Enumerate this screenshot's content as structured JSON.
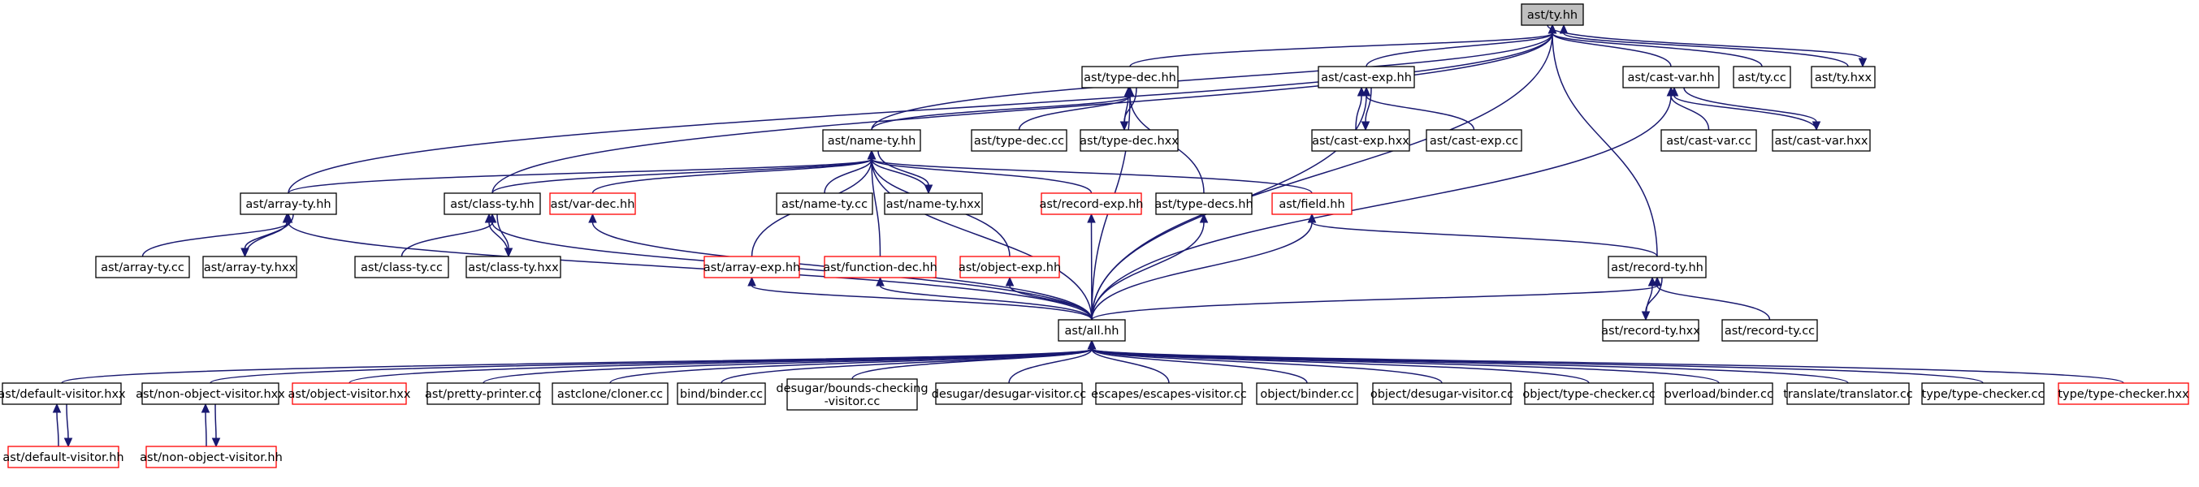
{
  "graph": {
    "root": "ast/ty.hh",
    "nodes": [
      {
        "id": "ty_hh",
        "label": "ast/ty.hh",
        "root": true
      },
      {
        "id": "type_dec_hh",
        "label": "ast/type-dec.hh"
      },
      {
        "id": "cast_exp_hh",
        "label": "ast/cast-exp.hh"
      },
      {
        "id": "cast_var_hh",
        "label": "ast/cast-var.hh"
      },
      {
        "id": "ty_cc",
        "label": "ast/ty.cc"
      },
      {
        "id": "ty_hxx",
        "label": "ast/ty.hxx"
      },
      {
        "id": "name_ty_hh",
        "label": "ast/name-ty.hh"
      },
      {
        "id": "type_dec_cc",
        "label": "ast/type-dec.cc"
      },
      {
        "id": "type_dec_hxx",
        "label": "ast/type-dec.hxx"
      },
      {
        "id": "cast_exp_hxx",
        "label": "ast/cast-exp.hxx"
      },
      {
        "id": "cast_exp_cc",
        "label": "ast/cast-exp.cc"
      },
      {
        "id": "cast_var_cc",
        "label": "ast/cast-var.cc"
      },
      {
        "id": "cast_var_hxx",
        "label": "ast/cast-var.hxx"
      },
      {
        "id": "array_ty_hh",
        "label": "ast/array-ty.hh"
      },
      {
        "id": "class_ty_hh",
        "label": "ast/class-ty.hh"
      },
      {
        "id": "var_dec_hh",
        "label": "ast/var-dec.hh",
        "incomplete": true
      },
      {
        "id": "name_ty_cc",
        "label": "ast/name-ty.cc"
      },
      {
        "id": "name_ty_hxx",
        "label": "ast/name-ty.hxx"
      },
      {
        "id": "record_exp_hh",
        "label": "ast/record-exp.hh",
        "incomplete": true
      },
      {
        "id": "type_decs_hh",
        "label": "ast/type-decs.hh"
      },
      {
        "id": "field_hh",
        "label": "ast/field.hh",
        "incomplete": true
      },
      {
        "id": "array_ty_cc",
        "label": "ast/array-ty.cc"
      },
      {
        "id": "array_ty_hxx",
        "label": "ast/array-ty.hxx"
      },
      {
        "id": "class_ty_cc",
        "label": "ast/class-ty.cc"
      },
      {
        "id": "class_ty_hxx",
        "label": "ast/class-ty.hxx"
      },
      {
        "id": "array_exp_hh",
        "label": "ast/array-exp.hh",
        "incomplete": true
      },
      {
        "id": "function_dec_hh",
        "label": "ast/function-dec.hh",
        "incomplete": true
      },
      {
        "id": "object_exp_hh",
        "label": "ast/object-exp.hh",
        "incomplete": true
      },
      {
        "id": "record_ty_hh",
        "label": "ast/record-ty.hh"
      },
      {
        "id": "all_hh",
        "label": "ast/all.hh"
      },
      {
        "id": "record_ty_hxx",
        "label": "ast/record-ty.hxx"
      },
      {
        "id": "record_ty_cc",
        "label": "ast/record-ty.cc"
      },
      {
        "id": "default_visitor_hxx",
        "label": "ast/default-visitor.hxx"
      },
      {
        "id": "non_object_visitor_hxx",
        "label": "ast/non-object-visitor.hxx"
      },
      {
        "id": "object_visitor_hxx",
        "label": "ast/object-visitor.hxx",
        "incomplete": true
      },
      {
        "id": "pretty_printer_cc",
        "label": "ast/pretty-printer.cc"
      },
      {
        "id": "cloner_cc",
        "label": "astclone/cloner.cc"
      },
      {
        "id": "bind_binder_cc",
        "label": "bind/binder.cc"
      },
      {
        "id": "bounds_checking",
        "label": "desugar/bounds-checking\n-visitor.cc"
      },
      {
        "id": "desugar_visitor_cc",
        "label": "desugar/desugar-visitor.cc"
      },
      {
        "id": "escapes_visitor_cc",
        "label": "escapes/escapes-visitor.cc"
      },
      {
        "id": "object_binder_cc",
        "label": "object/binder.cc"
      },
      {
        "id": "object_desugar_visitor_cc",
        "label": "object/desugar-visitor.cc"
      },
      {
        "id": "object_type_checker_cc",
        "label": "object/type-checker.cc"
      },
      {
        "id": "overload_binder_cc",
        "label": "overload/binder.cc"
      },
      {
        "id": "translator_cc",
        "label": "translate/translator.cc"
      },
      {
        "id": "type_checker_cc",
        "label": "type/type-checker.cc"
      },
      {
        "id": "type_checker_hxx",
        "label": "type/type-checker.hxx",
        "incomplete": true
      },
      {
        "id": "default_visitor_hh",
        "label": "ast/default-visitor.hh",
        "incomplete": true
      },
      {
        "id": "non_object_visitor_hh",
        "label": "ast/non-object-visitor.hh",
        "incomplete": true
      }
    ],
    "edges": [
      [
        "type_dec_hh",
        "ty_hh"
      ],
      [
        "cast_exp_hh",
        "ty_hh"
      ],
      [
        "cast_var_hh",
        "ty_hh"
      ],
      [
        "ty_cc",
        "ty_hh"
      ],
      [
        "ty_hxx",
        "ty_hh"
      ],
      [
        "ty_hh",
        "ty_hxx"
      ],
      [
        "name_ty_hh",
        "ty_hh"
      ],
      [
        "array_ty_hh",
        "ty_hh"
      ],
      [
        "class_ty_hh",
        "ty_hh"
      ],
      [
        "record_ty_hh",
        "ty_hh"
      ],
      [
        "all_hh",
        "ty_hh"
      ],
      [
        "name_ty_hh",
        "type_dec_hh"
      ],
      [
        "type_dec_cc",
        "type_dec_hh"
      ],
      [
        "type_dec_hxx",
        "type_dec_hh"
      ],
      [
        "type_dec_hh",
        "type_dec_hxx"
      ],
      [
        "type_decs_hh",
        "type_dec_hh"
      ],
      [
        "all_hh",
        "type_dec_hh"
      ],
      [
        "cast_exp_hxx",
        "cast_exp_hh"
      ],
      [
        "cast_exp_hh",
        "cast_exp_hxx"
      ],
      [
        "cast_exp_cc",
        "cast_exp_hh"
      ],
      [
        "all_hh",
        "cast_exp_hh"
      ],
      [
        "cast_var_cc",
        "cast_var_hh"
      ],
      [
        "cast_var_hxx",
        "cast_var_hh"
      ],
      [
        "cast_var_hh",
        "cast_var_hxx"
      ],
      [
        "all_hh",
        "cast_var_hh"
      ],
      [
        "array_ty_hh",
        "name_ty_hh"
      ],
      [
        "class_ty_hh",
        "name_ty_hh"
      ],
      [
        "var_dec_hh",
        "name_ty_hh"
      ],
      [
        "name_ty_cc",
        "name_ty_hh"
      ],
      [
        "name_ty_hxx",
        "name_ty_hh"
      ],
      [
        "name_ty_hh",
        "name_ty_hxx"
      ],
      [
        "record_exp_hh",
        "name_ty_hh"
      ],
      [
        "field_hh",
        "name_ty_hh"
      ],
      [
        "array_exp_hh",
        "name_ty_hh"
      ],
      [
        "function_dec_hh",
        "name_ty_hh"
      ],
      [
        "object_exp_hh",
        "name_ty_hh"
      ],
      [
        "all_hh",
        "name_ty_hh"
      ],
      [
        "array_ty_cc",
        "array_ty_hh"
      ],
      [
        "array_ty_hxx",
        "array_ty_hh"
      ],
      [
        "array_ty_hh",
        "array_ty_hxx"
      ],
      [
        "all_hh",
        "array_ty_hh"
      ],
      [
        "class_ty_cc",
        "class_ty_hh"
      ],
      [
        "class_ty_hxx",
        "class_ty_hh"
      ],
      [
        "class_ty_hh",
        "class_ty_hxx"
      ],
      [
        "all_hh",
        "class_ty_hh"
      ],
      [
        "all_hh",
        "var_dec_hh"
      ],
      [
        "all_hh",
        "record_exp_hh"
      ],
      [
        "all_hh",
        "type_decs_hh"
      ],
      [
        "all_hh",
        "field_hh"
      ],
      [
        "record_ty_hh",
        "field_hh"
      ],
      [
        "all_hh",
        "array_exp_hh"
      ],
      [
        "all_hh",
        "function_dec_hh"
      ],
      [
        "all_hh",
        "object_exp_hh"
      ],
      [
        "all_hh",
        "record_ty_hh"
      ],
      [
        "record_ty_hxx",
        "record_ty_hh"
      ],
      [
        "record_ty_hh",
        "record_ty_hxx"
      ],
      [
        "record_ty_cc",
        "record_ty_hh"
      ],
      [
        "default_visitor_hxx",
        "all_hh"
      ],
      [
        "non_object_visitor_hxx",
        "all_hh"
      ],
      [
        "object_visitor_hxx",
        "all_hh"
      ],
      [
        "pretty_printer_cc",
        "all_hh"
      ],
      [
        "cloner_cc",
        "all_hh"
      ],
      [
        "bind_binder_cc",
        "all_hh"
      ],
      [
        "bounds_checking",
        "all_hh"
      ],
      [
        "desugar_visitor_cc",
        "all_hh"
      ],
      [
        "escapes_visitor_cc",
        "all_hh"
      ],
      [
        "object_binder_cc",
        "all_hh"
      ],
      [
        "object_desugar_visitor_cc",
        "all_hh"
      ],
      [
        "object_type_checker_cc",
        "all_hh"
      ],
      [
        "overload_binder_cc",
        "all_hh"
      ],
      [
        "translator_cc",
        "all_hh"
      ],
      [
        "type_checker_cc",
        "all_hh"
      ],
      [
        "type_checker_hxx",
        "all_hh"
      ],
      [
        "default_visitor_hh",
        "default_visitor_hxx"
      ],
      [
        "default_visitor_hxx",
        "default_visitor_hh"
      ],
      [
        "non_object_visitor_hh",
        "non_object_visitor_hxx"
      ],
      [
        "non_object_visitor_hxx",
        "non_object_visitor_hh"
      ]
    ]
  }
}
